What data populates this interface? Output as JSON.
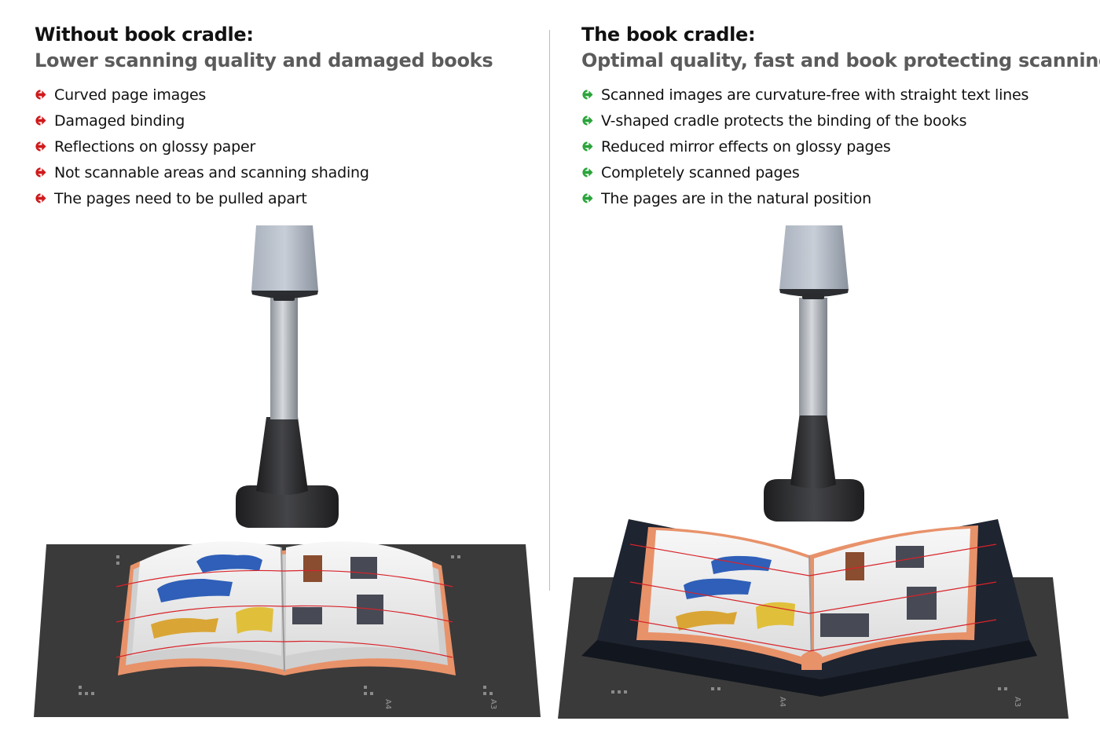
{
  "left": {
    "heading": "Without book cradle:",
    "subheading": "Lower scanning quality and damaged books",
    "bullet_color": "#d0191b",
    "bullet_icon": "right-arrow-icon",
    "items": [
      "Curved page images",
      "Damaged binding",
      "Reflections on glossy paper",
      "Not scannable areas and scanning shading",
      "The pages need to be pulled apart"
    ]
  },
  "right": {
    "heading": "The book cradle:",
    "subheading": "Optimal quality, fast and book protecting scanning",
    "bullet_color": "#2aa43a",
    "bullet_icon": "right-arrow-icon",
    "items": [
      "Scanned images are curvature-free with straight text lines",
      "V-shaped cradle protects the binding of the books",
      "Reduced mirror effects on glossy pages",
      "Completely scanned pages",
      "The pages are in the natural position"
    ]
  },
  "mat_labels": [
    "A4",
    "A3"
  ],
  "colors": {
    "mat": "#3a3a3a",
    "cradle": "#1e2430",
    "scanner_head": "#9aa3b0",
    "scanner_base": "#2c2c2c",
    "book_cover": "#e8926a",
    "scan_lines": "#d8232a"
  }
}
